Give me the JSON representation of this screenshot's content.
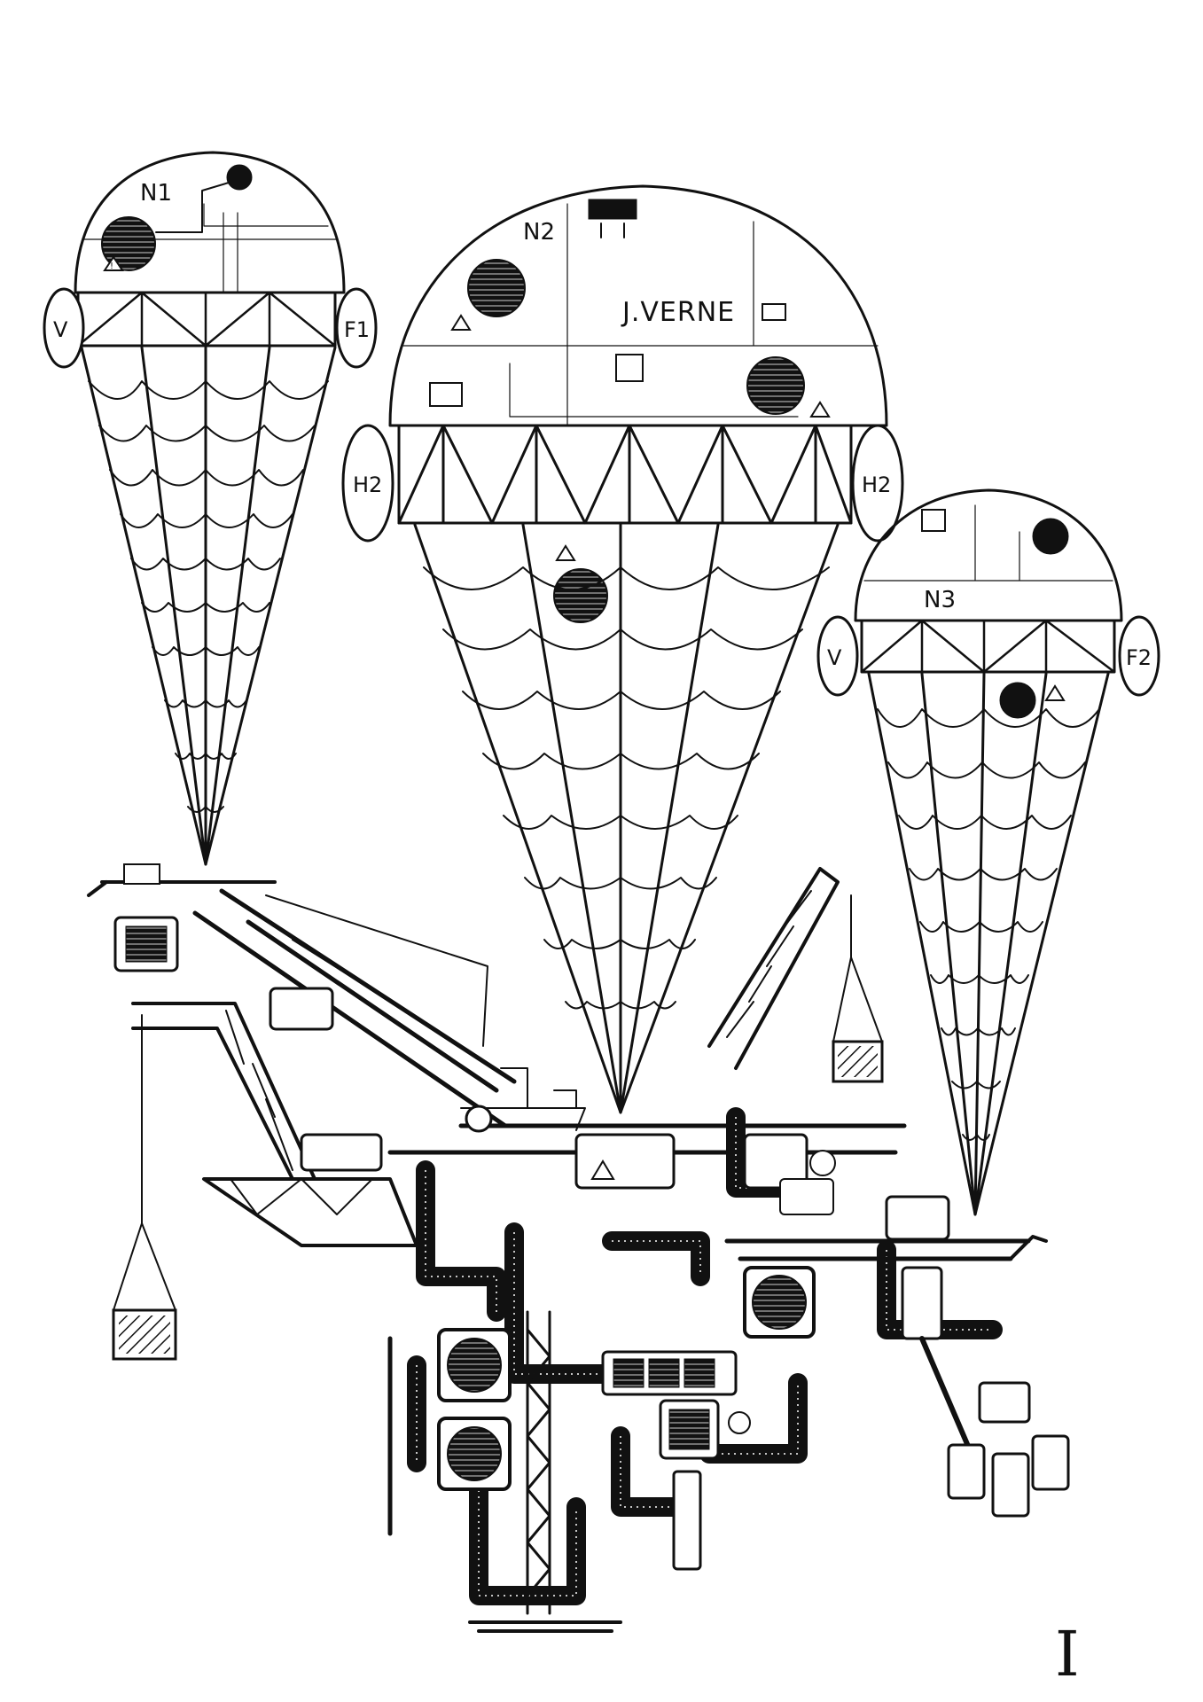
{
  "hulls": {
    "n1": {
      "id": "N1"
    },
    "n2": {
      "id": "N2",
      "name": "J.VERNE"
    },
    "n3": {
      "id": "N3"
    }
  },
  "tanks": {
    "v_left": "V",
    "f1": "F1",
    "h2_left": "H2",
    "h2_right": "H2",
    "v_right": "V",
    "f2": "F2"
  },
  "signature": "I",
  "colors": {
    "ink": "#111111",
    "paper": "#ffffff"
  }
}
